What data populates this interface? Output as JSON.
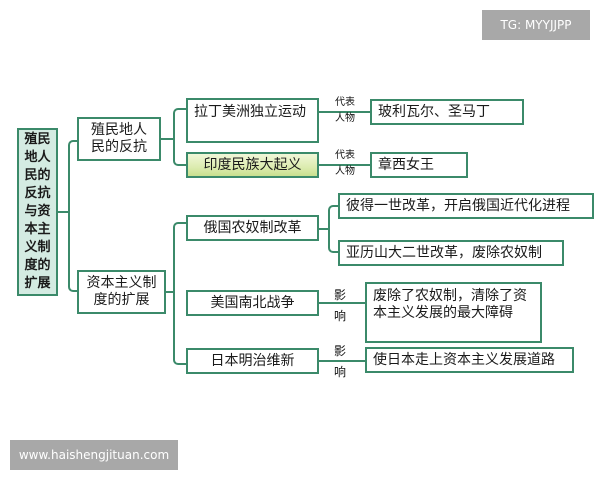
{
  "watermarks": {
    "top_right": "TG: MYYJJPP",
    "bottom_left": "www.haishengjituan.com"
  },
  "root": {
    "label": "殖民地人民的反抗与资本主义制度的扩展"
  },
  "branches": [
    {
      "label": "殖民地人民的反抗",
      "children": [
        {
          "label": "拉丁美洲独立运动",
          "relation": "代表人物",
          "relation_top": "代表",
          "relation_bottom": "人物",
          "result": "玻利瓦尔、圣马丁"
        },
        {
          "label": "印度民族大起义",
          "relation": "代表人物",
          "relation_top": "代表",
          "relation_bottom": "人物",
          "result": "章西女王"
        }
      ]
    },
    {
      "label": "资本主义制度的扩展",
      "children": [
        {
          "label": "俄国农奴制改革",
          "results": [
            "彼得一世改革，开启俄国近代化进程",
            "亚历山大二世改革，废除农奴制"
          ]
        },
        {
          "label": "美国南北战争",
          "relation": "影响",
          "relation_top": "影",
          "relation_bottom": "响",
          "result": "废除了农奴制，清除了资本主义发展的最大障碍"
        },
        {
          "label": "日本明治维新",
          "relation": "影响",
          "relation_top": "影",
          "relation_bottom": "响",
          "result": "使日本走上资本主义发展道路"
        }
      ]
    }
  ],
  "colors": {
    "border": "#3b8a6a",
    "root_fill": "#d4ebe2",
    "highlight_fill": "#dcecb0",
    "watermark_bg": "#a8a8a8"
  }
}
